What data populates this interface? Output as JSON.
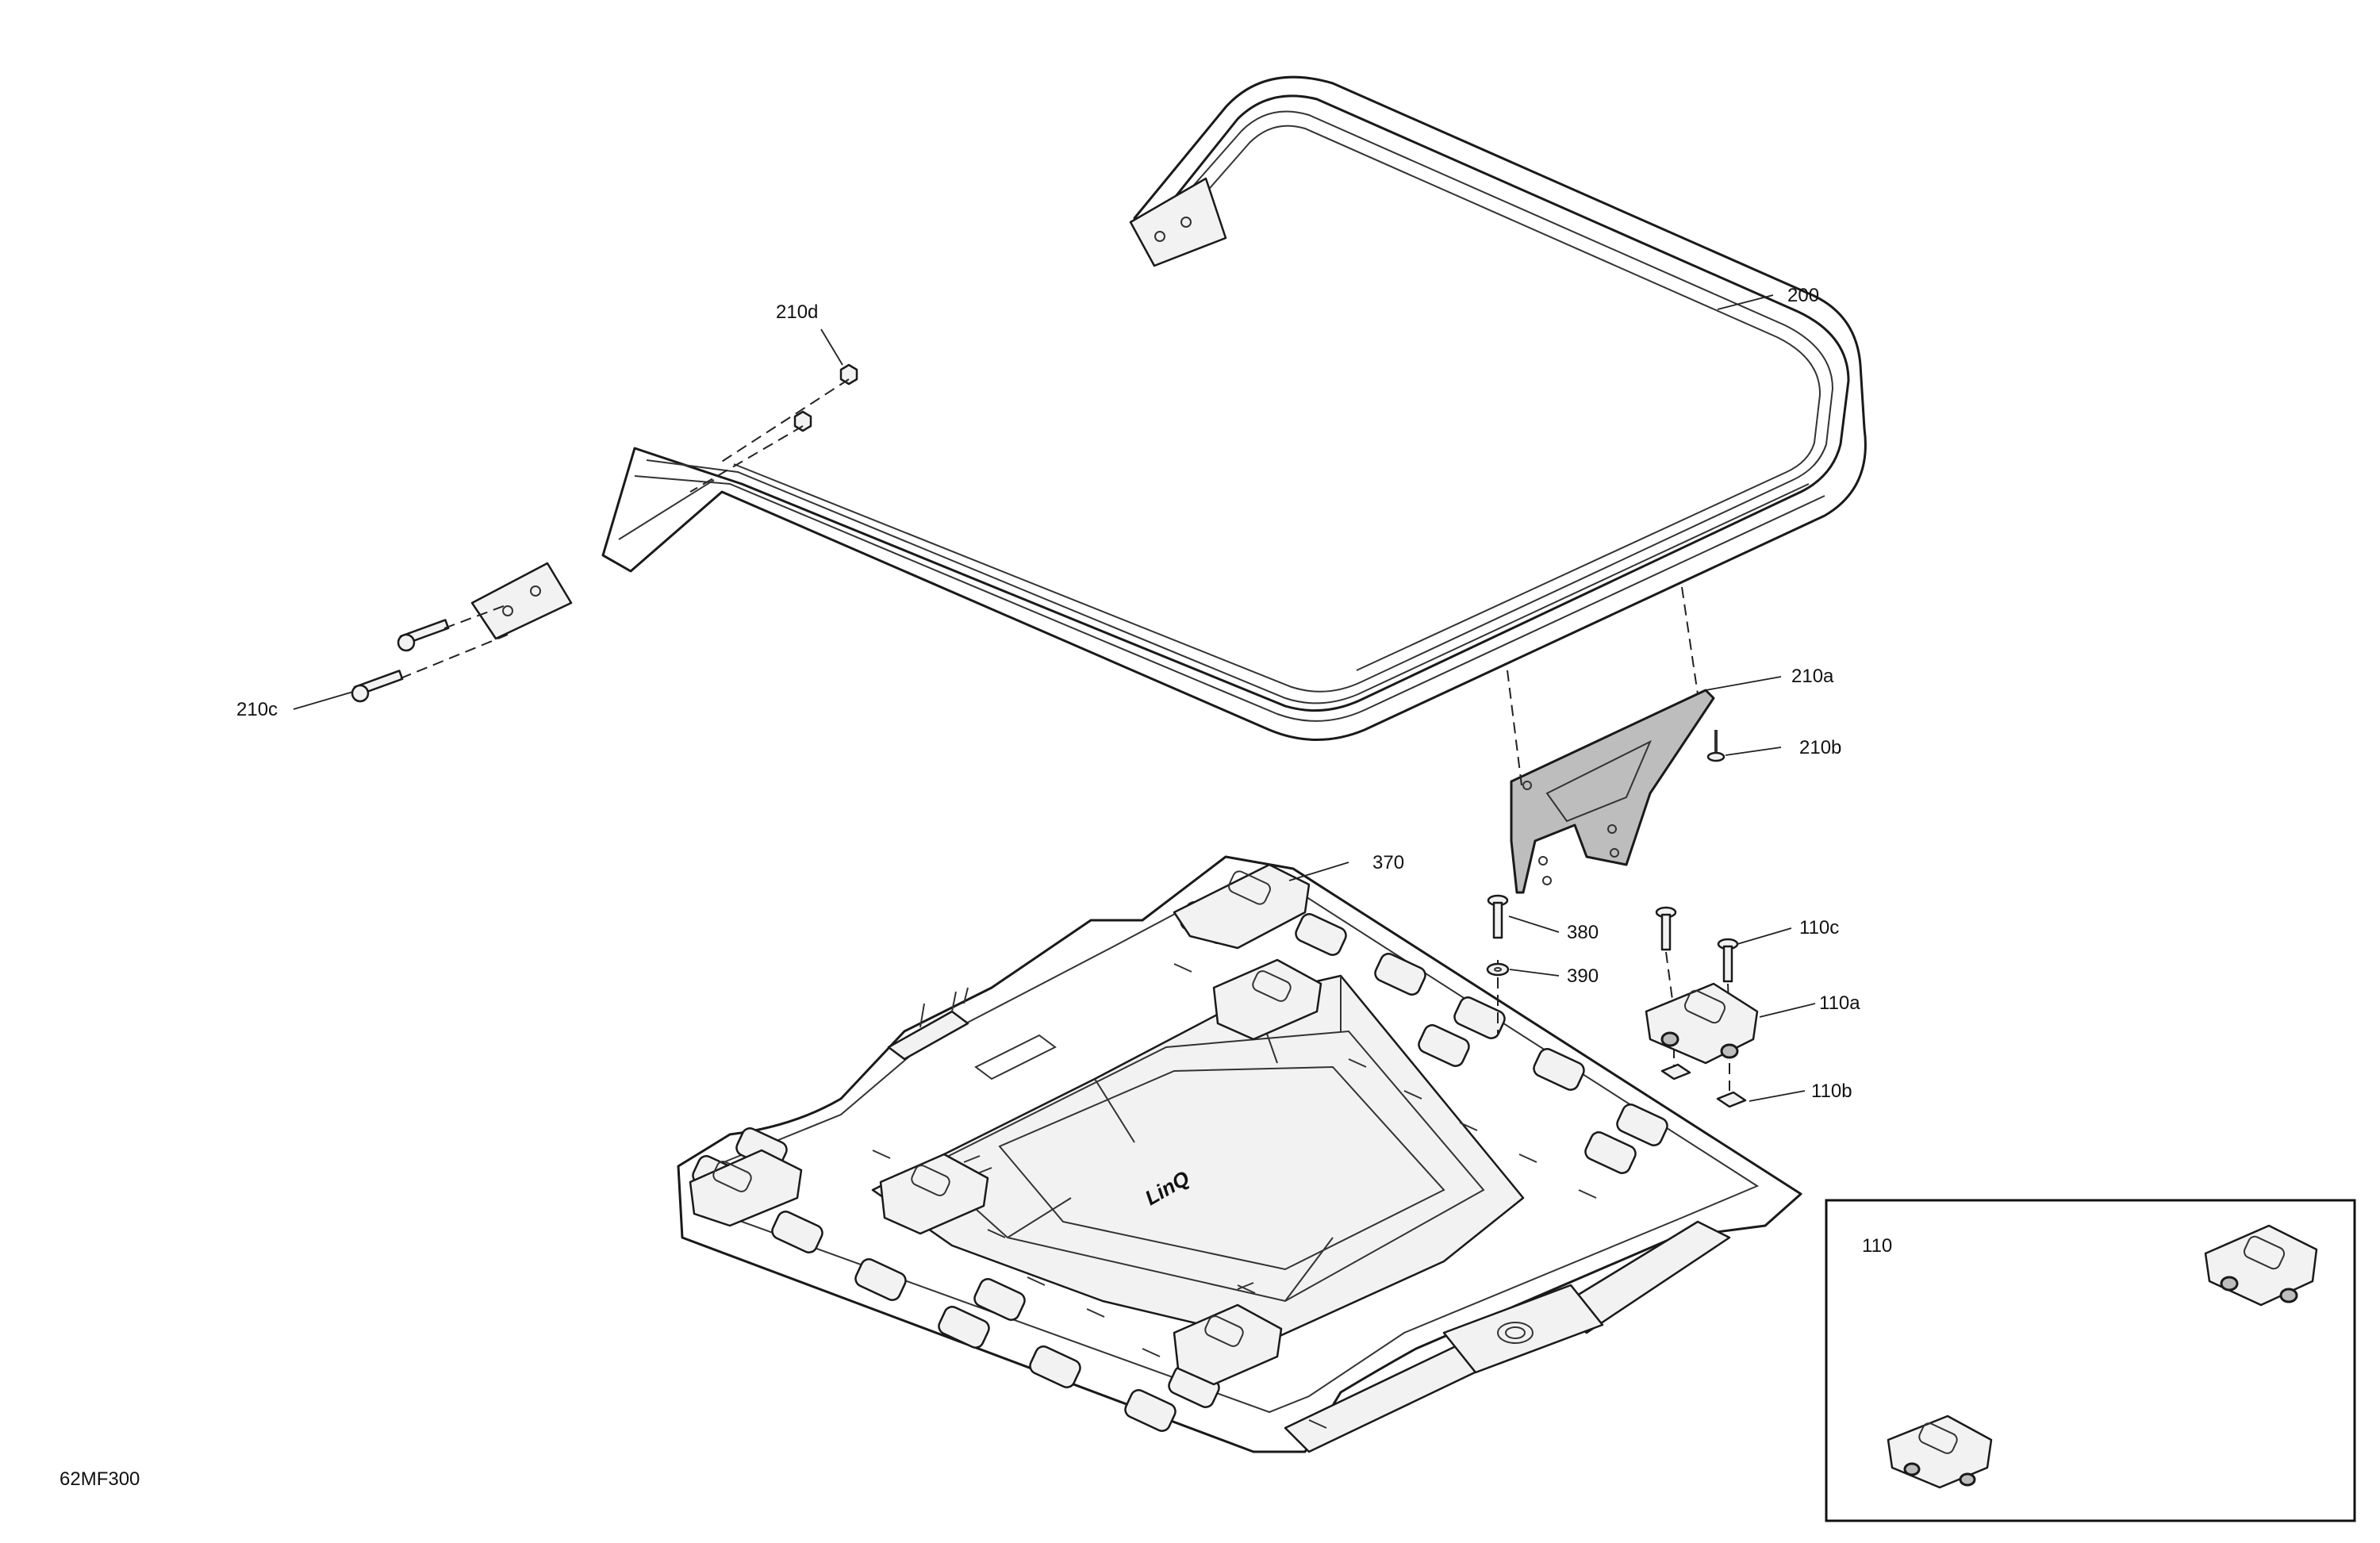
{
  "figure_id": "62MF300",
  "callouts": {
    "c200": "200",
    "c210a": "210a",
    "c210b": "210b",
    "c210c": "210c",
    "c210d": "210d",
    "c370": "370",
    "c380": "380",
    "c390": "390",
    "c110a": "110a",
    "c110b": "110b",
    "c110c": "110c"
  },
  "inset": {
    "label": "110"
  },
  "platform": {
    "logo_text": "LinQ"
  }
}
